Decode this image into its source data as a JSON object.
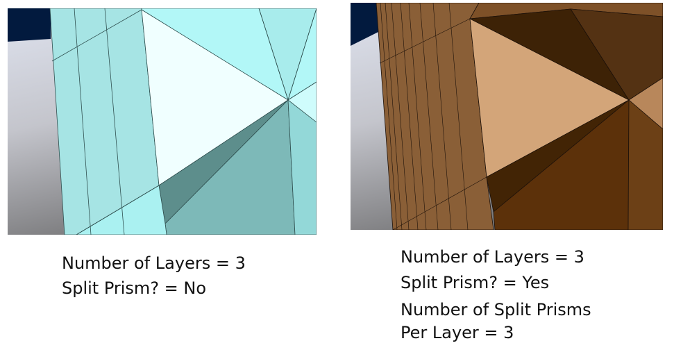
{
  "left_panel": {
    "caption_lines": [
      "Number of Layers = 3",
      "Split Prism? = No"
    ],
    "mesh_color": "#a6e6e6"
  },
  "right_panel": {
    "caption_lines": [
      "Number of Layers = 3",
      "Split Prism? = Yes",
      "Number of Split Prisms",
      "Per Layer = 3"
    ],
    "mesh_color": "#8b5e34"
  }
}
